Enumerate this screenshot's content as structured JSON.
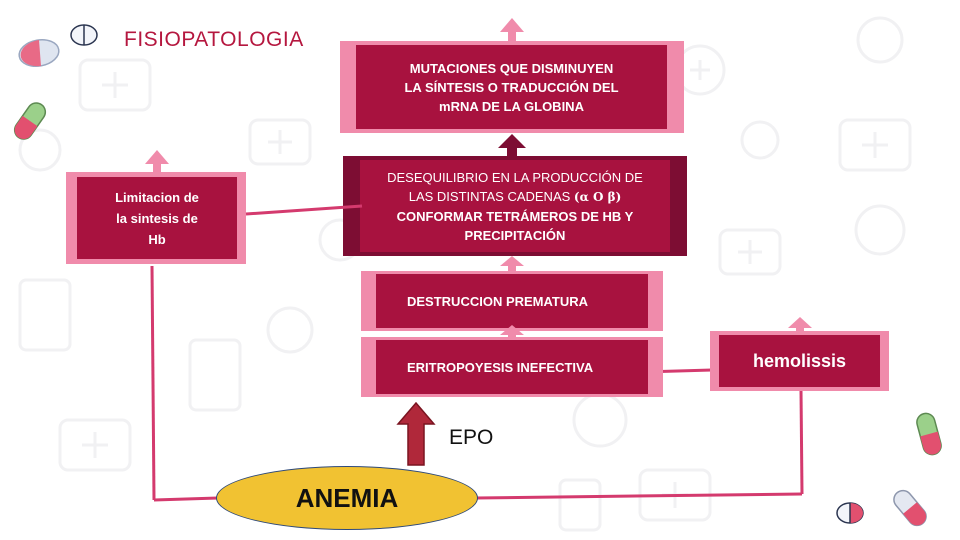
{
  "title": "FISIOPATOLOGIA",
  "nodes": {
    "mutaciones": {
      "line1": "MUTACIONES QUE DISMINUYEN",
      "line2": "LA SÍNTESIS O TRADUCCIÓN DEL",
      "line3": "mRNA DE LA GLOBINA"
    },
    "desequilibrio": {
      "line1": "DESEQUILIBRIO EN LA PRODUCCIÓN DE",
      "line2a": "LAS DISTINTAS CADENAS ",
      "line2b": "(α  O β)",
      "line3": "CONFORMAR TETRÁMEROS DE HB Y",
      "line4": "PRECIPITACIÓN"
    },
    "limitacion": {
      "line1": "Limitacion de",
      "line2": "la sintesis de",
      "line3": "Hb"
    },
    "destruccion": {
      "label": "DESTRUCCION PREMATURA"
    },
    "eritropoyesis": {
      "label": "ERITROPOYESIS INEFECTIVA"
    },
    "hemolisis": {
      "label": "hemolissis"
    },
    "epo": {
      "label": "EPO"
    },
    "anemia": {
      "label": "ANEMIA"
    }
  },
  "colors": {
    "box_fill": "#a8123f",
    "box_border": "#f08bab",
    "dark_box": "#7d0d33",
    "connector": "#d43a6e",
    "epo_arrow": "#b0283a",
    "anemia_fill": "#f1c232",
    "title": "#b5173f"
  },
  "icons": [
    "capsule-icon",
    "tablet-icon",
    "medical-kit-icon",
    "stethoscope-icon",
    "heart-icon"
  ]
}
